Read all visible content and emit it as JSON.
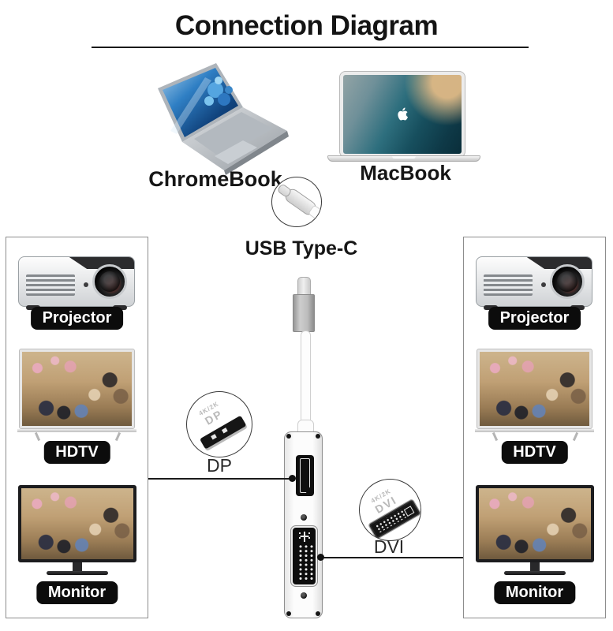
{
  "title": {
    "text": "Connection Diagram"
  },
  "sources": {
    "chromebook_label": "ChromeBook",
    "macbook_label": "MacBook"
  },
  "connector": {
    "label": "USB Type-C"
  },
  "callouts": {
    "dp": {
      "label": "DP",
      "print_small": "4K/2K",
      "print_large": "DP"
    },
    "dvi": {
      "label": "DVI",
      "print_small": "4K/2K",
      "print_large": "DVI"
    }
  },
  "left_panel": {
    "items": [
      {
        "label": "Projector"
      },
      {
        "label": "HDTV"
      },
      {
        "label": "Monitor"
      }
    ]
  },
  "right_panel": {
    "items": [
      {
        "label": "Projector"
      },
      {
        "label": "HDTV"
      },
      {
        "label": "Monitor"
      }
    ]
  },
  "colors": {
    "label_pill_bg": "#0c0c0c",
    "label_pill_text": "#ffffff",
    "line": "#1a1a1a",
    "panel_border": "#8d8d8d"
  }
}
